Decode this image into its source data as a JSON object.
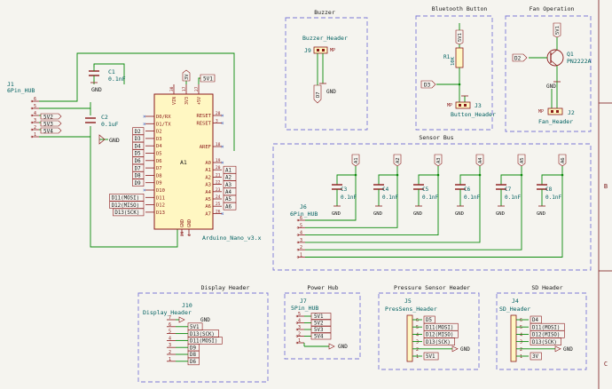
{
  "colors": {
    "background": "#f5f4ef",
    "wire": "#0b8a0b",
    "component": "#8b1a1a",
    "component_fill": "#fff7c2",
    "pin": "#8b1a1a",
    "text_ref": "#006060",
    "text_value": "#006060",
    "text_pin": "#8b1a1a",
    "label": "#1a1a1a",
    "box": "#7a78d6",
    "frame": "#7a1a1a"
  },
  "frame": {
    "row_labels": [
      "B",
      "C"
    ]
  },
  "regions": {
    "buzzer": "Buzzer",
    "bluetooth": "Bluetooth Button",
    "fan": "Fan Operation",
    "sensor": "Sensor Bus",
    "display": "Display Header",
    "power": "Power Hub",
    "pressure": "Pressure Sensor Header",
    "sd": "SD Header"
  },
  "j1": {
    "ref": "J1",
    "value": "6Pin_HUB",
    "pins": [
      "6",
      "5",
      "4",
      "3",
      "2",
      "1"
    ],
    "labels": [
      "5V2",
      "5V3",
      "5V4"
    ],
    "gnd": "GND"
  },
  "c1": {
    "ref": "C1",
    "value": "0.1nF",
    "gnd": "GND"
  },
  "c2": {
    "ref": "C2",
    "value": "0.1uF",
    "gnd": "GND"
  },
  "a1": {
    "ref": "A1",
    "value": "Arduino_Nano_v3.x",
    "top_pins": [
      "VIN",
      "3V3",
      "+5V"
    ],
    "top_pin_nums": [
      "30",
      "17",
      "27"
    ],
    "bottom_pins": [
      "GND",
      "GND"
    ],
    "bottom_pin_nums": [
      "29",
      "4"
    ],
    "left_pins": [
      "D0/RX",
      "D1/TX",
      "D2",
      "D3",
      "D4",
      "D5",
      "D6",
      "D7",
      "D8",
      "D9",
      "D10",
      "D11",
      "D12",
      "D13"
    ],
    "left_nets": [
      "",
      "",
      "D2",
      "D3",
      "D4",
      "D5",
      "D6",
      "D7",
      "D8",
      "D9",
      "",
      "D11(MOSI)",
      "D12(MISO)",
      "D13(SCK)"
    ],
    "right_pins": [
      "RESET",
      "RESET",
      "AREF",
      "A0",
      "A1",
      "A2",
      "A3",
      "A4",
      "A5",
      "A6",
      "A7"
    ],
    "right_pin_nums": [
      "28",
      "3",
      "18",
      "19",
      "20",
      "21",
      "22",
      "23",
      "24",
      "25",
      "26"
    ],
    "right_nets": [
      "",
      "",
      "",
      "",
      "A1",
      "A2",
      "A3",
      "A4",
      "A5",
      "A6",
      ""
    ],
    "chip_label": "A1",
    "label_5v": "5V1",
    "label_3v": "3V"
  },
  "buzzer": {
    "ref": "J9",
    "value": "Buzzer_Header",
    "pin_label": "MP",
    "net": "D7",
    "gnd": "GND"
  },
  "bluetooth": {
    "r_ref": "R1",
    "r_value": "10K",
    "supply": "5V1",
    "net": "D3",
    "j_ref": "J3",
    "j_value": "Button_Header",
    "mp": "MP"
  },
  "fan": {
    "q_ref": "Q1",
    "q_value": "PN2222A",
    "supply": "5V1",
    "net": "D2",
    "gnd": "GND",
    "j_ref": "J2",
    "j_value": "Fan_Header",
    "mp": "MP"
  },
  "sensor_bus": {
    "j_ref": "J6",
    "j_value": "6Pin_HUB",
    "pins": [
      "6",
      "5",
      "4",
      "3",
      "2",
      "1"
    ],
    "caps": [
      {
        "ref": "C3",
        "value": "0.1nF",
        "net": "A1"
      },
      {
        "ref": "C4",
        "value": "0.1nF",
        "net": "A2"
      },
      {
        "ref": "C5",
        "value": "0.1nF",
        "net": "A3"
      },
      {
        "ref": "C6",
        "value": "0.1nF",
        "net": "A4"
      },
      {
        "ref": "C7",
        "value": "0.1nF",
        "net": "A5"
      },
      {
        "ref": "C8",
        "value": "0.1nF",
        "net": "A6"
      }
    ],
    "gnd": "GND"
  },
  "display": {
    "ref": "J10",
    "value": "Display_Header",
    "pins": [
      "7",
      "6",
      "5",
      "4",
      "3",
      "2",
      "1"
    ],
    "nets": [
      "GND",
      "5V1",
      "D13(SCK)",
      "D11(MOSI)",
      "D9",
      "D8",
      "D6"
    ]
  },
  "power": {
    "ref": "J7",
    "value": "5Pin_HUB",
    "pins": [
      "5",
      "4",
      "3",
      "2",
      "1"
    ],
    "nets": [
      "5V1",
      "5V2",
      "5V3",
      "5V4"
    ],
    "gnd": "GND"
  },
  "pressure": {
    "ref": "J5",
    "value": "PresSens_Header",
    "pins": [
      "6",
      "5",
      "4",
      "3",
      "2",
      "1"
    ],
    "nets": [
      "D5",
      "D11(MOSI)",
      "D12(MISO)",
      "D13(SCK)",
      "GND",
      "5V1"
    ]
  },
  "sd": {
    "ref": "J4",
    "value": "SD_Header",
    "pins": [
      "6",
      "5",
      "4",
      "3",
      "2",
      "1"
    ],
    "nets": [
      "D4",
      "D11(MOSI)",
      "D12(MISO)",
      "D13(SCK)",
      "GND",
      "3V"
    ]
  }
}
